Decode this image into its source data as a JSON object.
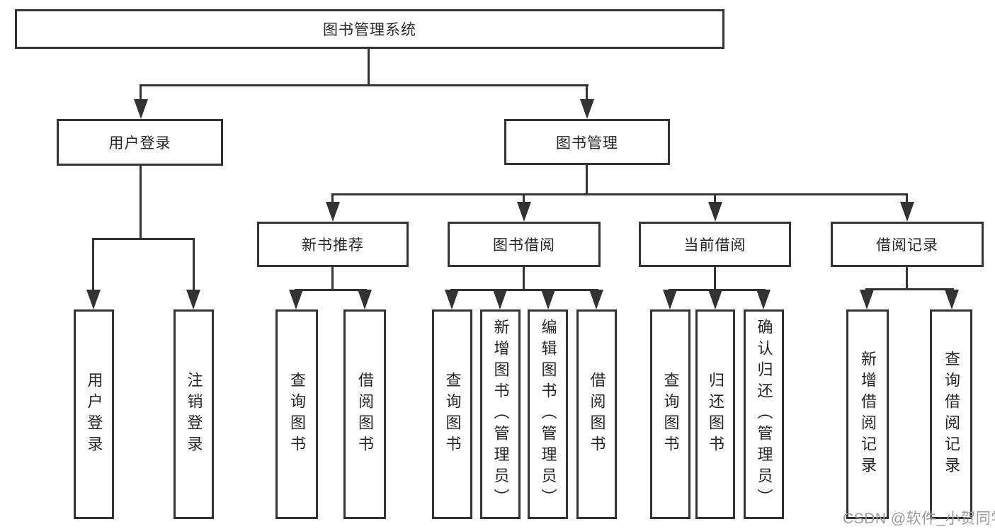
{
  "nodes": {
    "root": "图书管理系统",
    "user_login": "用户登录",
    "book_management": "图书管理",
    "new_book_recommend": "新书推荐",
    "book_borrow": "图书借阅",
    "current_borrow": "当前借阅",
    "borrow_record": "借阅记录",
    "leaf_user_login": "用户登录",
    "leaf_logout": "注销登录",
    "leaf_rec_query_book": "查询图书",
    "leaf_rec_borrow_book": "借阅图书",
    "leaf_bor_query_book": "查询图书",
    "leaf_bor_add_book": "新增图书（管理员）",
    "leaf_bor_edit_book": "编辑图书（管理员）",
    "leaf_bor_borrow_book": "借阅图书",
    "leaf_cur_query_book": "查询图书",
    "leaf_cur_return_book": "归还图书",
    "leaf_cur_confirm_return": "确认归还（管理员）",
    "leaf_log_add_record": "新增借阅记录",
    "leaf_log_query_record": "查询借阅记录"
  },
  "watermark": "CSDN @软件_小贺同学",
  "colors": {
    "line": "#333333",
    "text": "#262626",
    "watermark": "#9b9b9b",
    "background": "#ffffff"
  }
}
